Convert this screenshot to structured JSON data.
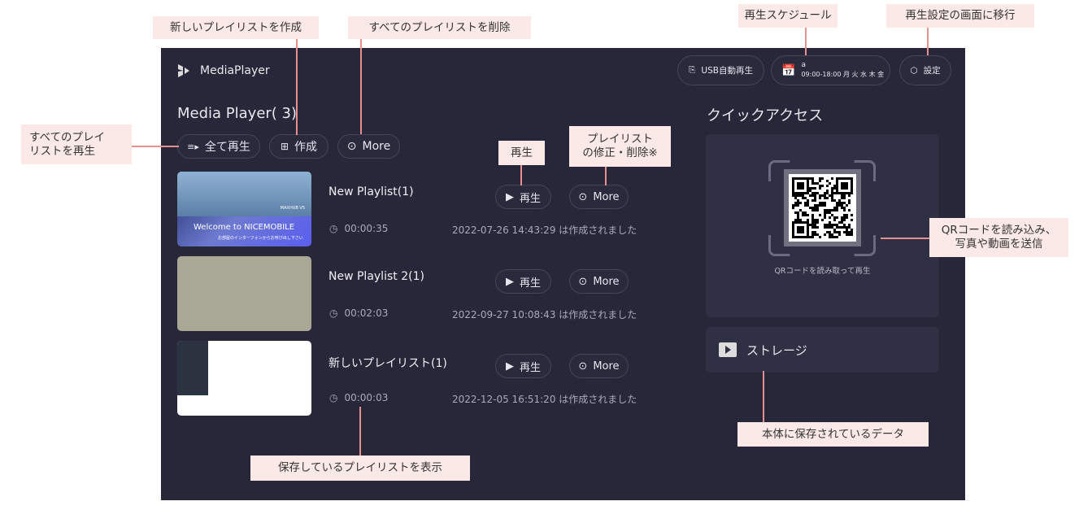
{
  "header": {
    "app_name": "MediaPlayer",
    "usb_label": "USB自動再生",
    "schedule_name": "a",
    "schedule_time": "09:00-18:00 月 火 水 木 金",
    "settings_label": "設定"
  },
  "main": {
    "title": "Media Player( 3)",
    "play_all": "全て再生",
    "create": "作成",
    "more": "More"
  },
  "playlists": [
    {
      "title": "New Playlist(1)",
      "duration": "00:00:35",
      "created": "2022-07-26 14:43:29 は作成されました",
      "play": "再生",
      "more": "More",
      "thumb_text": "Welcome to NICEMOBILE",
      "thumb_sub": "お部屋のインターフォンからお呼び出し下さい",
      "thumb_brand": "MAXHUB V5"
    },
    {
      "title": "New Playlist 2(1)",
      "duration": "00:02:03",
      "created": "2022-09-27 10:08:43 は作成されました",
      "play": "再生",
      "more": "More"
    },
    {
      "title": "新しいプレイリスト(1)",
      "duration": "00:00:03",
      "created": "2022-12-05 16:51:20 は作成されました",
      "play": "再生",
      "more": "More"
    }
  ],
  "quick": {
    "title": "クイックアクセス",
    "qr_caption": "QRコードを読み取って再生",
    "storage": "ストレージ"
  },
  "callouts": {
    "create": "新しいプレイリストを作成",
    "delete_all": "すべてのプレイリストを削除",
    "schedule": "再生スケジュール",
    "settings": "再生設定の画面に移行",
    "play_all": "すべてのプレイ\nリストを再生",
    "play": "再生",
    "edit": "プレイリスト\nの修正・削除※",
    "qr": "QRコードを読み込み、\n写真や動画を送信",
    "storage": "本体に保存されているデータ",
    "list": "保存しているプレイリストを表示"
  },
  "colors": {
    "panel": "#272739",
    "card": "#303045",
    "callout_bg": "#fbe9e7",
    "callout_line": "#e88f8f"
  }
}
